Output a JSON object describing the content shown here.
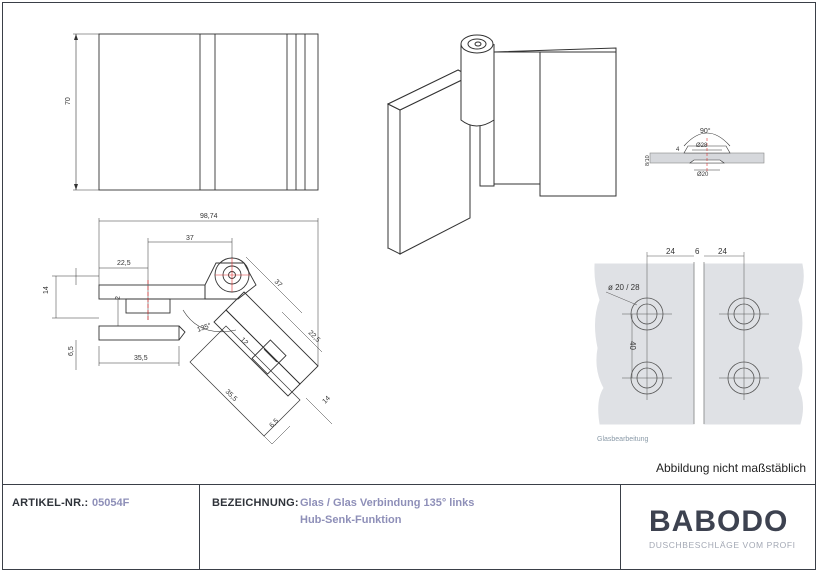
{
  "drawing": {
    "dimensions": {
      "height_70": "70",
      "width_98_74": "98,74",
      "dist_37": "37",
      "dist_22_5": "22,5",
      "dist_14": "14",
      "dist_2": "2",
      "dist_6_5": "6,5",
      "dist_35_5": "35,5",
      "angle_135": "135°",
      "dist_12": "12",
      "diag_37": "37",
      "diag_22_5": "22,5",
      "diag_35_5": "35,5",
      "diag_6_5": "6,5",
      "diag_14": "14"
    },
    "glass_detail": {
      "angle": "90°",
      "dia_top": "Ø28",
      "dia_bottom": "Ø20",
      "thick_4": "4",
      "glass_thick": "8/10"
    },
    "glass_processing": {
      "dim_24_left": "24",
      "dim_6": "6",
      "dim_24_right": "24",
      "hole_dia": "ø 20 / 28",
      "dim_40": "40",
      "caption": "Glasbearbeitung"
    },
    "note": "Abbildung nicht maßstäblich"
  },
  "title_block": {
    "article_label": "ARTIKEL-NR.:",
    "article_value": "05054F",
    "designation_label": "BEZEICHNUNG:",
    "designation_line1": "Glas / Glas Verbindung 135° links",
    "designation_line2": "Hub-Senk-Funktion",
    "logo": "BABODO",
    "tagline": "DUSCHBESCHLÄGE VOM PROFI"
  }
}
